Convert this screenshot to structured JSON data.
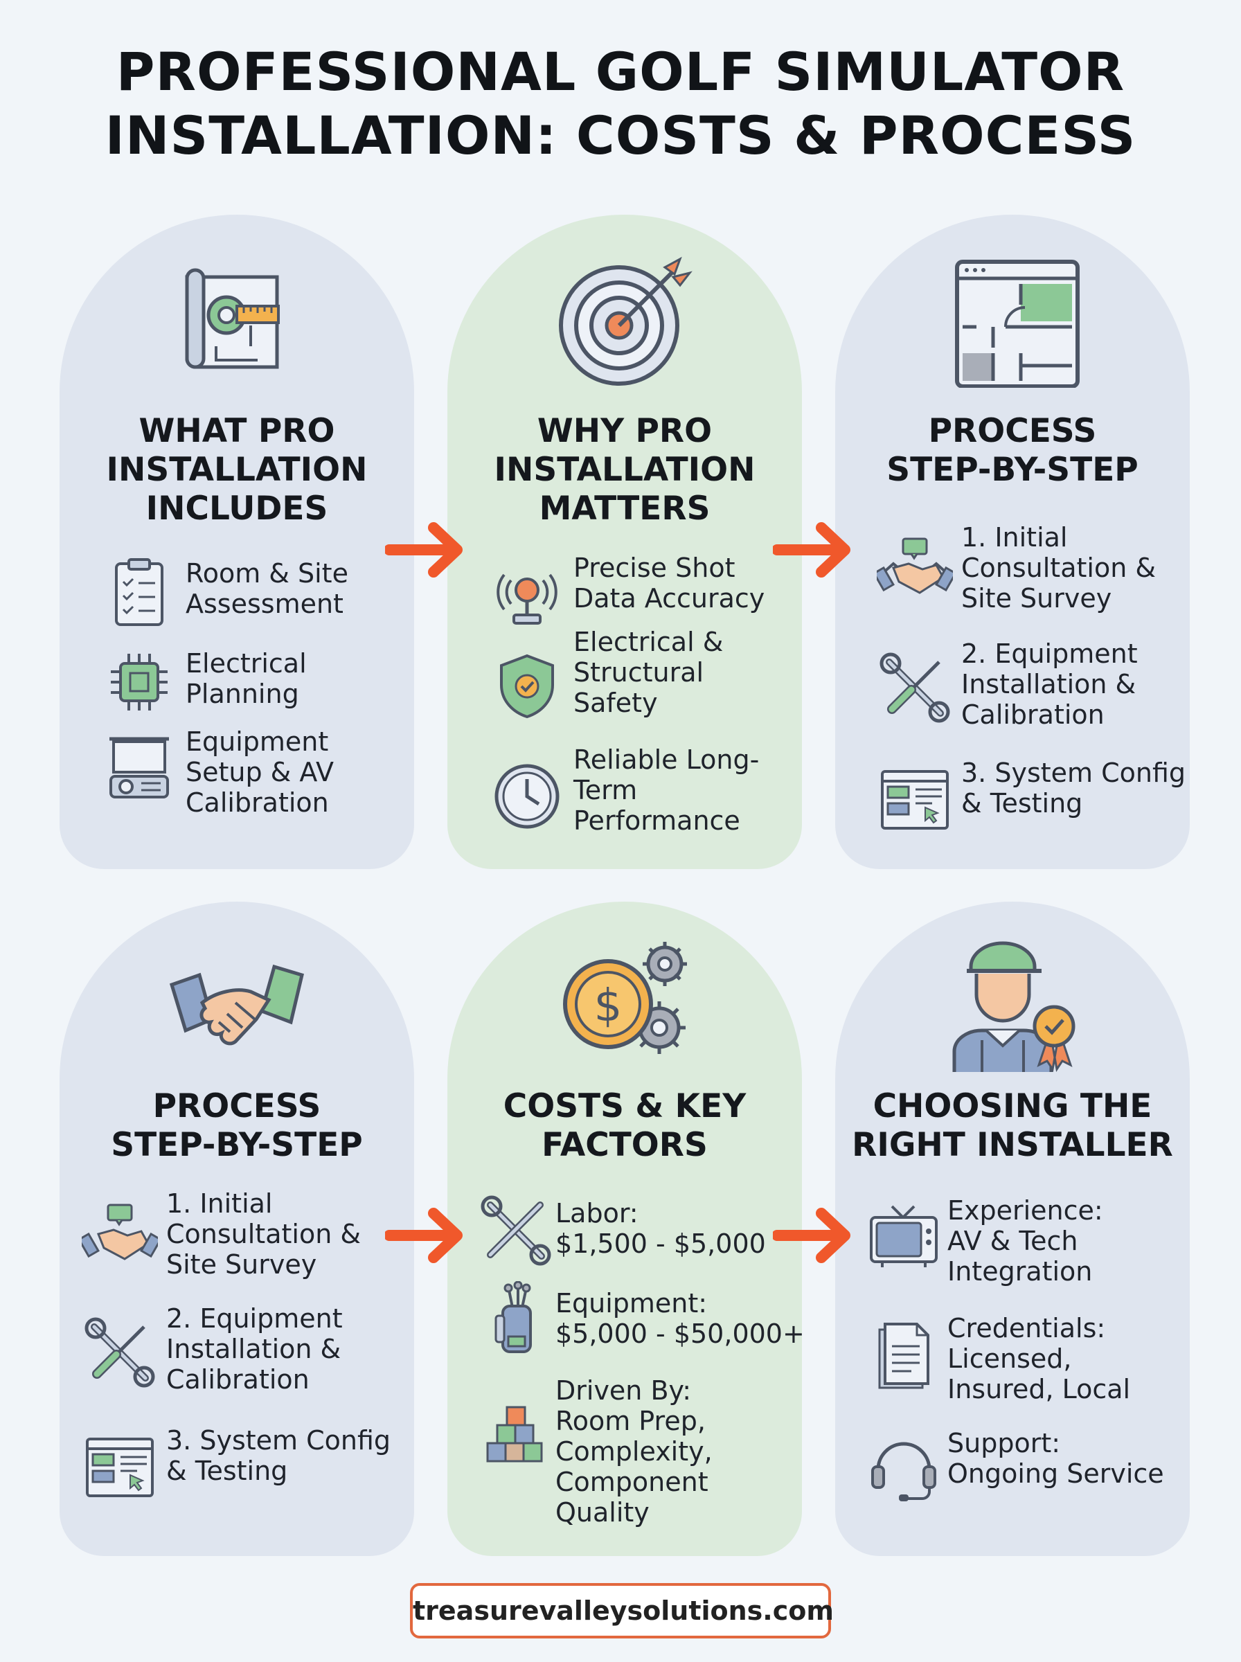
{
  "title_line1": "PROFESSIONAL GOLF SIMULATOR",
  "title_line2": "INSTALLATION: COSTS & PROCESS",
  "colors": {
    "arrow": "#f0582b",
    "accent_green": "#8cc896",
    "accent_orange": "#ef8a5a",
    "icon_stroke": "#4c5565"
  },
  "cards": [
    {
      "title": "WHAT PRO\nINSTALLATION\nINCLUDES",
      "icon": "blueprint-tape-measure-icon",
      "items": [
        {
          "icon": "clipboard-checklist-icon",
          "text": "Room & Site\nAssessment"
        },
        {
          "icon": "circuit-chip-icon",
          "text": "Electrical\nPlanning"
        },
        {
          "icon": "projector-icon",
          "text": "Equipment\nSetup & AV\nCalibration"
        }
      ]
    },
    {
      "title": "WHY PRO\nINSTALLATION\nMATTERS",
      "icon": "target-arrow-icon",
      "items": [
        {
          "icon": "radar-sensor-icon",
          "text": "Precise Shot\nData Accuracy"
        },
        {
          "icon": "shield-check-icon",
          "text": "Electrical &\nStructural\nSafety"
        },
        {
          "icon": "clock-icon",
          "text": "Reliable Long-\nTerm\nPerformance"
        }
      ]
    },
    {
      "title": "PROCESS\nSTEP-BY-STEP",
      "icon": "floor-plan-icon",
      "items": [
        {
          "icon": "handshake-chat-icon",
          "text": "1. Initial\nConsultation &\nSite Survey"
        },
        {
          "icon": "wrench-screwdriver-icon",
          "text": "2. Equipment\nInstallation &\nCalibration"
        },
        {
          "icon": "config-window-icon",
          "text": "3. System Config\n& Testing"
        }
      ]
    },
    {
      "title": "PROCESS\nSTEP-BY-STEP",
      "icon": "handshake-icon",
      "items": [
        {
          "icon": "handshake-chat-icon",
          "text": "1. Initial\nConsultation &\nSite Survey"
        },
        {
          "icon": "wrench-screwdriver-icon",
          "text": "2. Equipment\nInstallation &\nCalibration"
        },
        {
          "icon": "config-window-icon",
          "text": "3. System Config\n& Testing"
        }
      ]
    },
    {
      "title": "COSTS & KEY\nFACTORS",
      "icon": "coin-gears-icon",
      "items": [
        {
          "icon": "wrench-screwdriver-icon",
          "text": "Labor:\n$1,500 - $5,000"
        },
        {
          "icon": "golf-bag-icon",
          "text": "Equipment:\n$5,000 - $50,000+"
        },
        {
          "icon": "blocks-icon",
          "text": "Driven By:\nRoom Prep,\nComplexity,\nComponent\nQuality"
        }
      ]
    },
    {
      "title": "CHOOSING THE\nRIGHT INSTALLER",
      "icon": "installer-badge-icon",
      "items": [
        {
          "icon": "tv-icon",
          "text": "Experience:\nAV & Tech\nIntegration"
        },
        {
          "icon": "document-icon",
          "text": "Credentials:\nLicensed,\nInsured, Local"
        },
        {
          "icon": "headset-icon",
          "text": "Support:\nOngoing Service"
        }
      ]
    }
  ],
  "footer": "treasurevalleysolutions.com"
}
